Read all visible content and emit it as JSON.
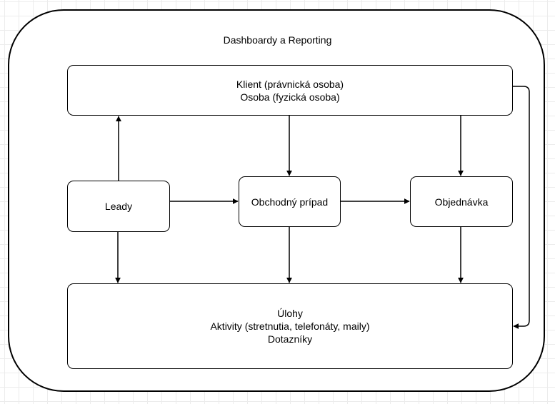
{
  "diagram": {
    "container_title": "Dashboardy a Reporting",
    "client_box": [
      "Klient (právnická osoba)",
      "Osoba (fyzická osoba)"
    ],
    "leads_box": "Leady",
    "deal_box": "Obchodný prípad",
    "order_box": "Objednávka",
    "tasks_box": [
      "Úlohy",
      "Aktivity (stretnutia, telefonáty, maily)",
      "Dotazníky"
    ]
  }
}
